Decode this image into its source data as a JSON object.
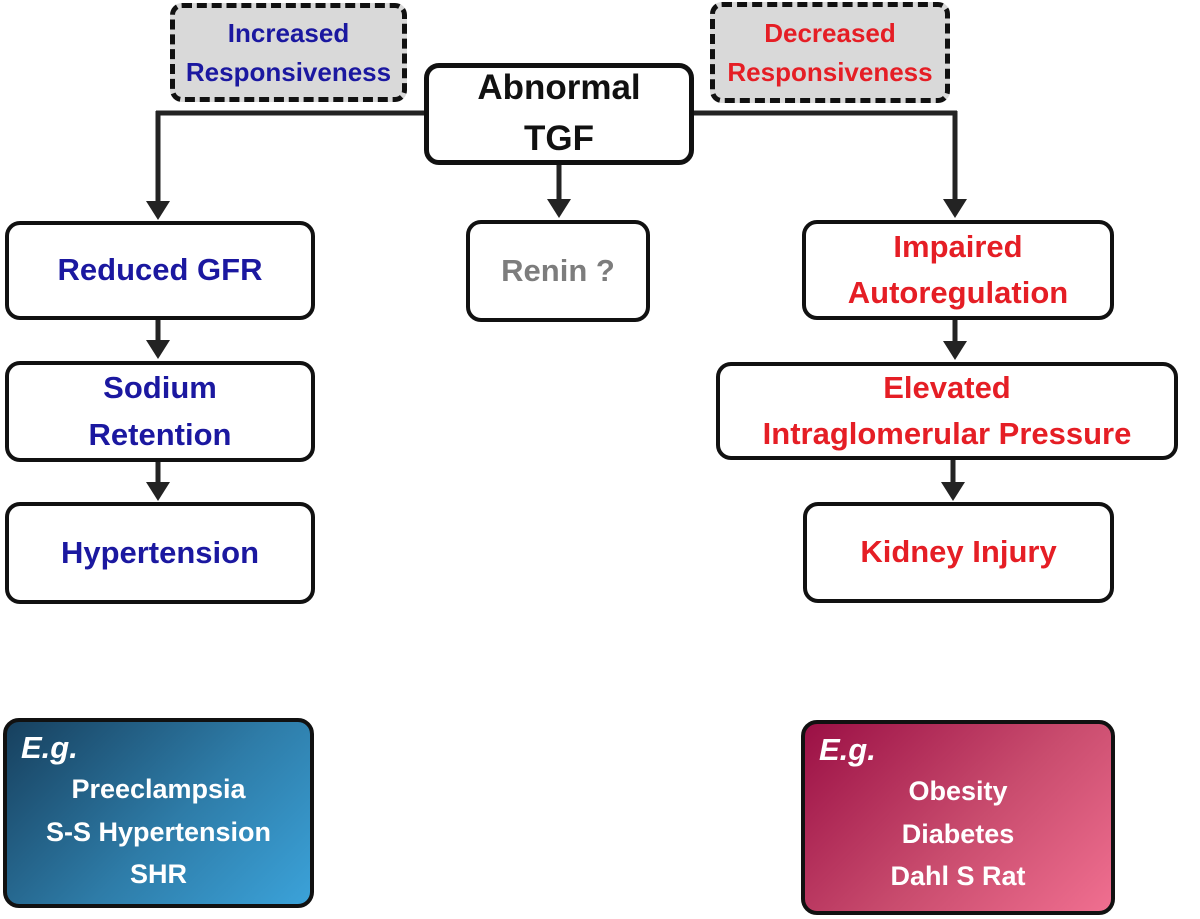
{
  "top": {
    "increased": {
      "line1": "Increased",
      "line2": "Responsiveness"
    },
    "abnormal": {
      "line1": "Abnormal",
      "line2": "TGF"
    },
    "decreased": {
      "line1": "Decreased",
      "line2": "Responsiveness"
    }
  },
  "left_branch": {
    "reduced_gfr": "Reduced GFR",
    "sodium_retention": {
      "line1": "Sodium",
      "line2": "Retention"
    },
    "hypertension": "Hypertension"
  },
  "center_branch": {
    "renin": "Renin ?"
  },
  "right_branch": {
    "impaired": {
      "line1": "Impaired",
      "line2": "Autoregulation"
    },
    "elevated": {
      "line1": "Elevated",
      "line2": "Intraglomerular Pressure"
    },
    "kidney_injury": "Kidney Injury"
  },
  "examples_left": {
    "label": "E.g.",
    "items": [
      "Preeclampsia",
      "S-S Hypertension",
      "SHR"
    ]
  },
  "examples_right": {
    "label": "E.g.",
    "items": [
      "Obesity",
      "Diabetes",
      "Dahl S Rat"
    ]
  },
  "colors": {
    "blue_text": "#1b18a0",
    "red_text": "#e51e25",
    "gray_text": "#7d7d7d",
    "black_text": "#111111",
    "dashed_fill": "#d9d9d9",
    "connector": "#232323",
    "blue_gradient_start": "#17405e",
    "blue_gradient_end": "#3ba2d9",
    "red_gradient_start": "#9b1045",
    "red_gradient_end": "#f06f90"
  }
}
